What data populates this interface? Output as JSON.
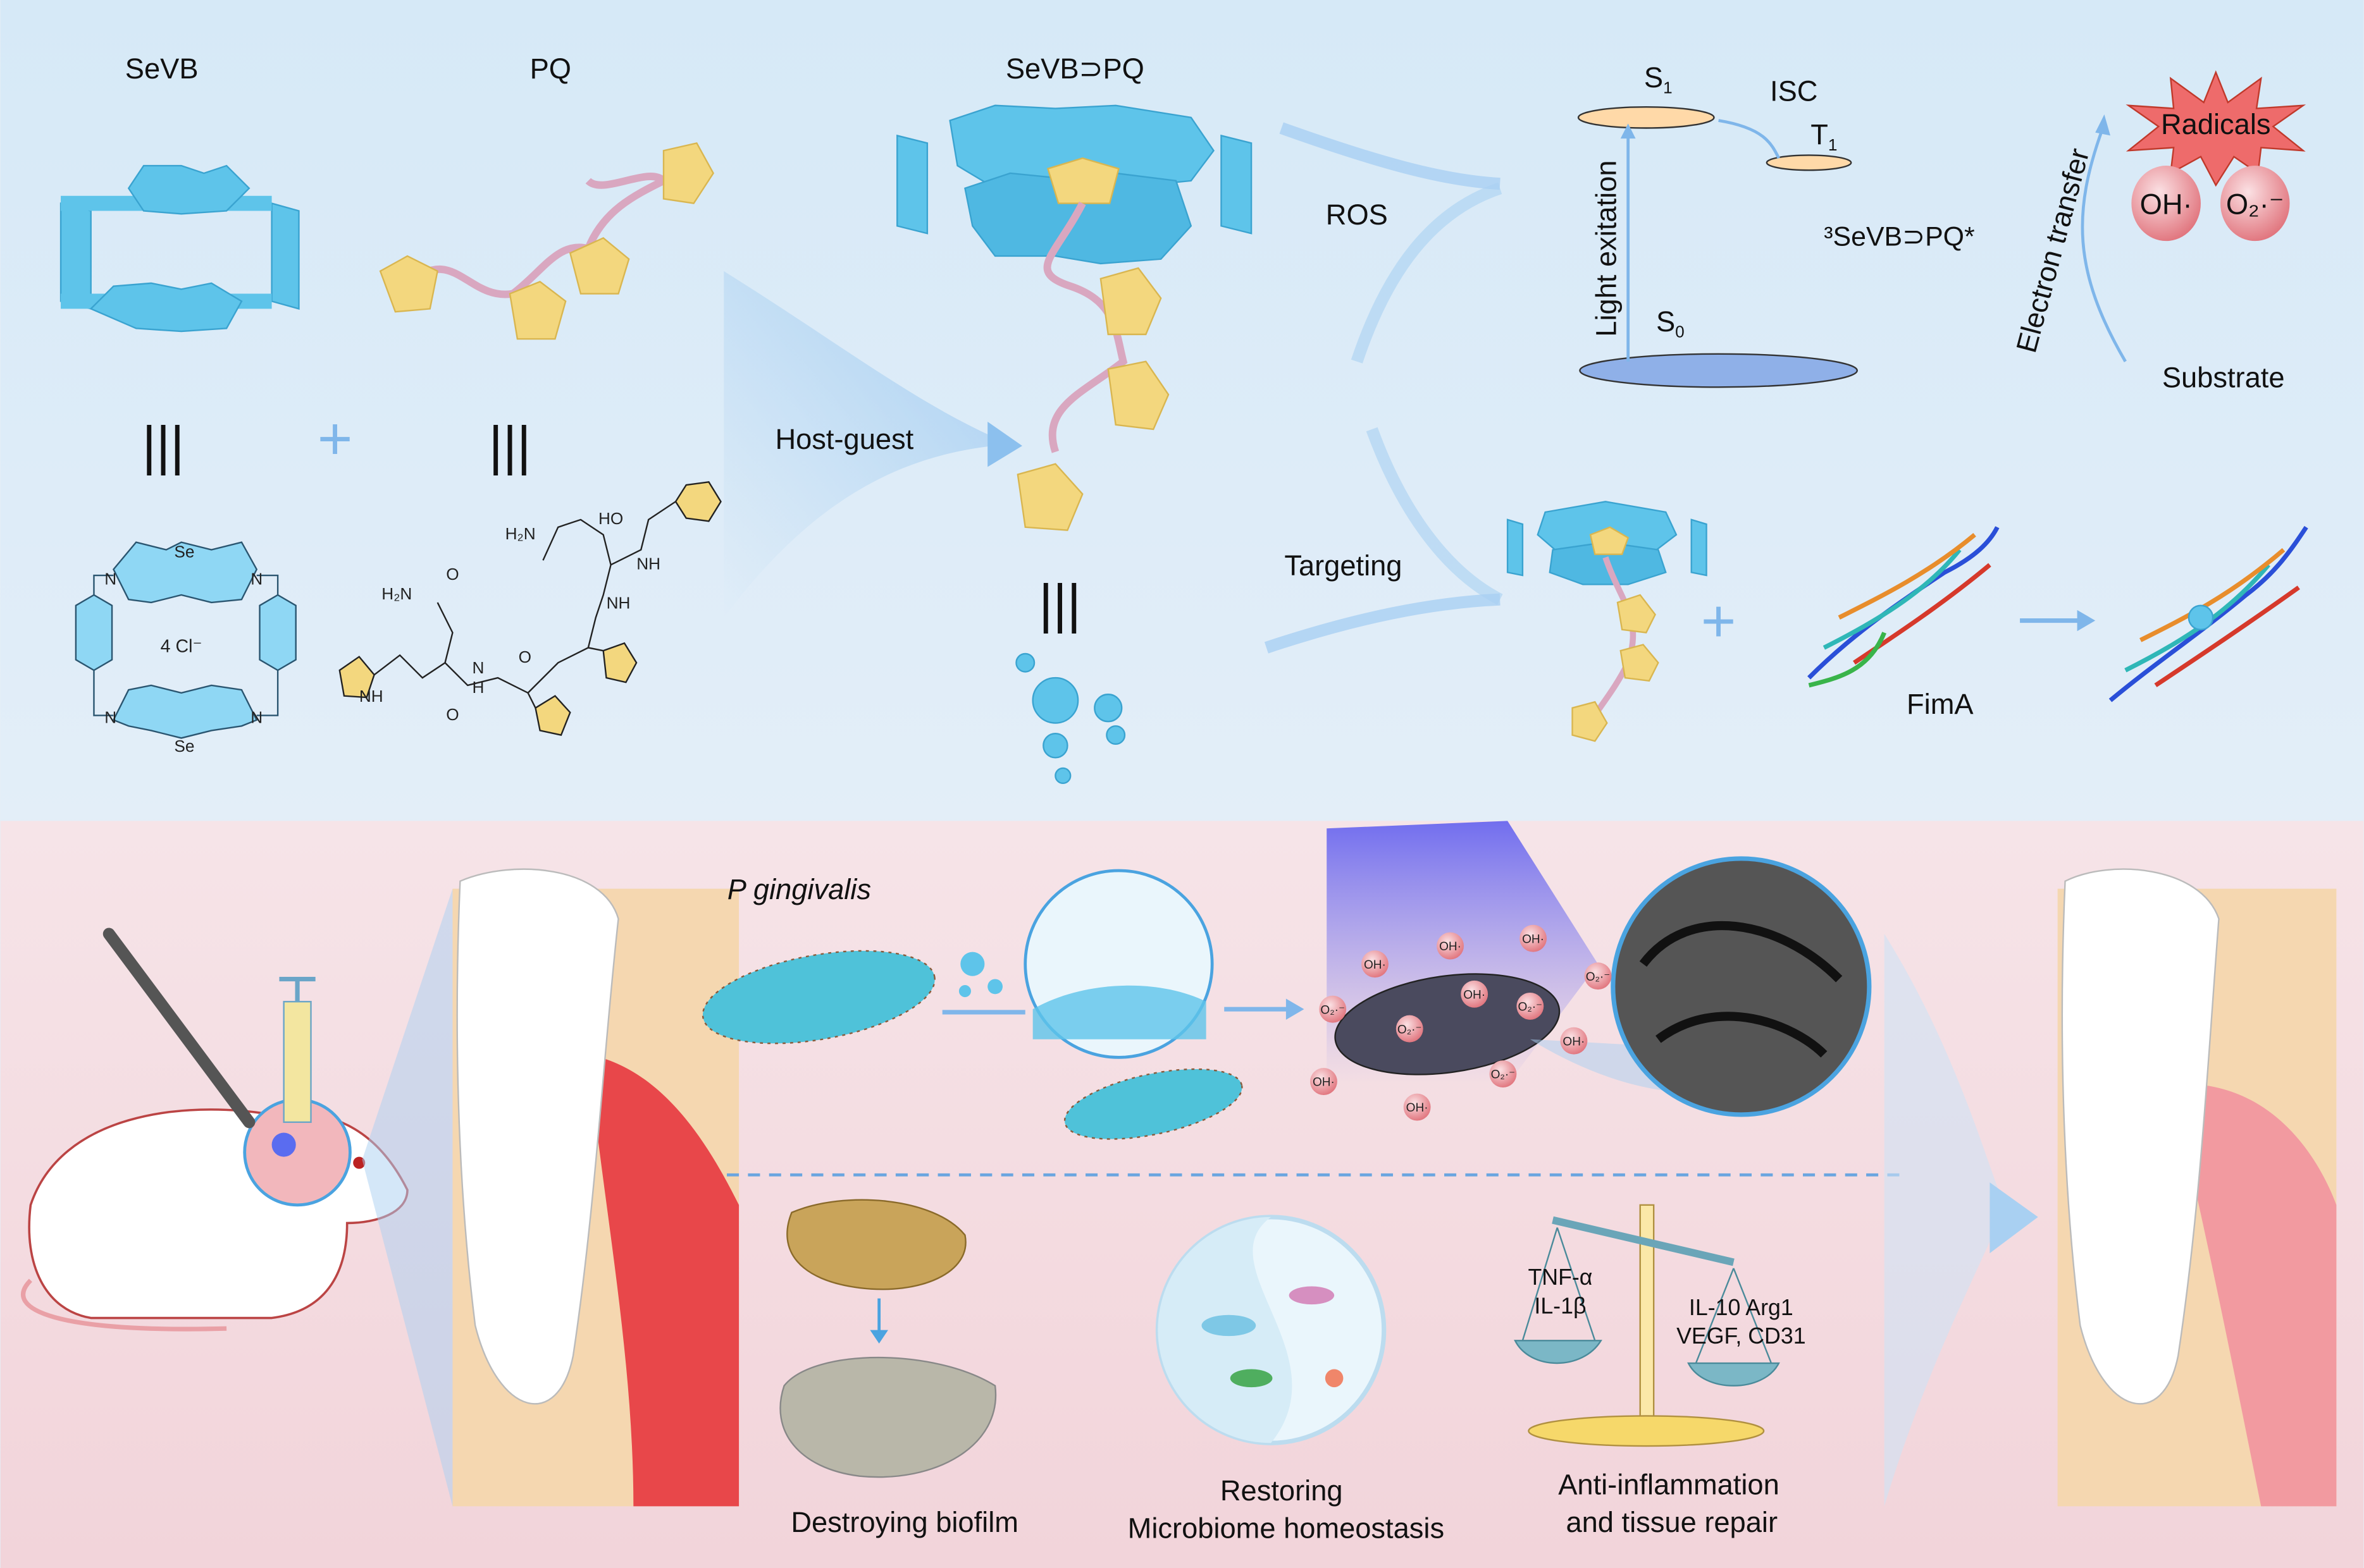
{
  "top_panel": {
    "sevb_label": "SeVB",
    "pq_label": "PQ",
    "complex_label": "SeVB⊃PQ",
    "equiv_symbol": "|||",
    "plus_symbol": "+",
    "host_guest_label": "Host-guest",
    "ros_label": "ROS",
    "targeting_label": "Targeting",
    "counterion_label": "4 Cl⁻",
    "se_label": "Se",
    "n_label": "N",
    "chem_labels": [
      "H₂N",
      "O",
      "HO",
      "NH",
      "N",
      "H"
    ]
  },
  "energy_diagram": {
    "s1": "S",
    "s1_sub": "1",
    "isc": "ISC",
    "t1": "T",
    "t1_sub": "1",
    "s0": "S",
    "s0_sub": "0",
    "triplet_state": "³SeVB⊃PQ*",
    "light_excitation": "Light exitation",
    "electron_transfer": "Electron transfer",
    "radicals": "Radicals",
    "oh_radical": "OH·",
    "superoxide": "O₂·⁻",
    "substrate": "Substrate"
  },
  "protein": {
    "fima_label": "FimA"
  },
  "bottom_panel": {
    "bacteria_label": "P gingivalis",
    "ros_bubbles": [
      "OH·",
      "O₂·⁻",
      "OH·",
      "O₂·⁻",
      "OH·",
      "O₂·⁻",
      "OH·",
      "O₂·⁻",
      "OH·",
      "OH·",
      "OH·",
      "O₂·⁻"
    ],
    "biofilm_label": "Destroying biofilm",
    "microbiome_label_1": "Restoring",
    "microbiome_label_2": "Microbiome homeostasis",
    "inflammation_label_1": "Anti-inflammation",
    "inflammation_label_2": "and tissue repair",
    "pro_inflammatory_1": "TNF-α",
    "pro_inflammatory_2": "IL-1β",
    "anti_inflammatory_1": "IL-10 Arg1",
    "anti_inflammatory_2": "VEGF, CD31"
  },
  "colors": {
    "top_background": "#d6e9f7",
    "bottom_background": "#f4d9de",
    "host_blue": "#5ec4ea",
    "guest_yellow": "#f3d77e",
    "arrow_blue": "#7fb6ea",
    "gum_red": "#e8474a",
    "radical_red": "#e85b5b",
    "light_violet": "#6c6cf0"
  }
}
